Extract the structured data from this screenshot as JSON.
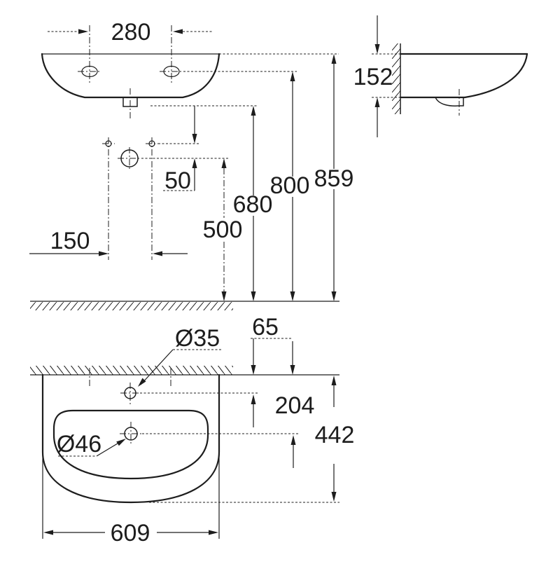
{
  "drawing": {
    "type": "technical installation drawing",
    "subject": "wall-hung washbasin, three orthographic views",
    "units": "mm"
  },
  "dims": {
    "front": {
      "tap_hole_spacing": "280",
      "tap_hole_offset": "50",
      "supply_spacing": "150",
      "supply_height": "500",
      "drain_height": "680",
      "fixing_height": "800",
      "rim_height": "859"
    },
    "side": {
      "front_edge_drop": "152"
    },
    "plan": {
      "tap_hole_diameter": "Ø35",
      "tap_hole_to_wall": "65",
      "drain_to_wall": "204",
      "basin_depth": "442",
      "drain_diameter": "Ø46",
      "basin_width": "609"
    }
  }
}
